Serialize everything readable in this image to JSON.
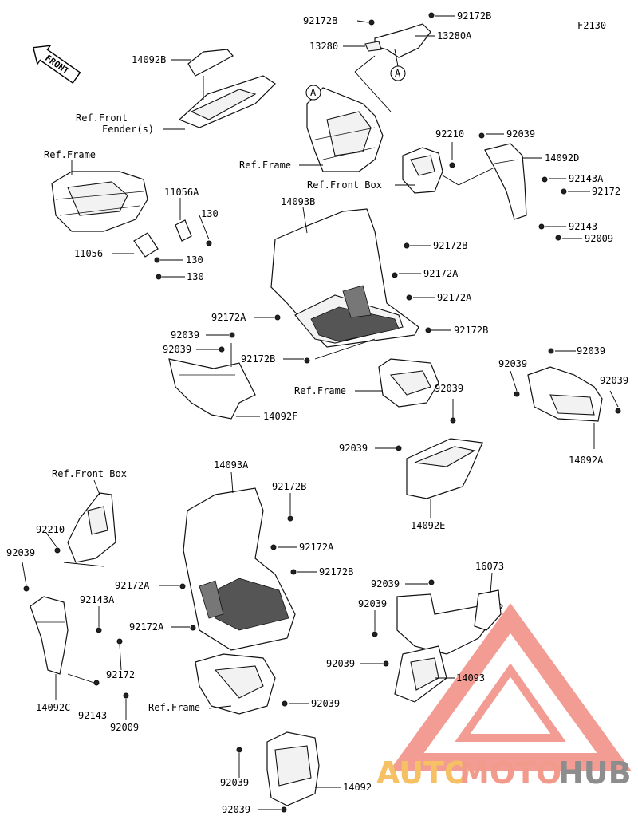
{
  "diagram_code": "F2130",
  "front_label": "FRONT",
  "callout_letter": "A",
  "watermark": {
    "part1": "AUTO",
    "part2": "MOTO",
    "part3": "HUB",
    "color_orange": "#f5a623",
    "color_red": "#e53935",
    "color_gray": "#4a4a4a"
  },
  "labels": {
    "p92172B_1": "92172B",
    "p92172B_2": "92172B",
    "p13280": "13280",
    "p13280A": "13280A",
    "p14092B": "14092B",
    "ref_front_fender_1": "Ref.Front",
    "ref_front_fender_2": "Fender(s)",
    "ref_frame_top": "Ref.Frame",
    "ref_frame_left": "Ref.Frame",
    "p92210_top": "92210",
    "p92039_top": "92039",
    "p14092D": "14092D",
    "ref_front_box_top": "Ref.Front Box",
    "p92143A_top": "92143A",
    "p92172_top": "92172",
    "p14093B": "14093B",
    "p11056A": "11056A",
    "p130_a": "130",
    "p11056": "11056",
    "p130_b": "130",
    "p130_c": "130",
    "p92143_top": "92143",
    "p92009_top": "92009",
    "p92172B_3": "92172B",
    "p92172A_1": "92172A",
    "p92172A_2": "92172A",
    "p92172A_3": "92172A",
    "p92172B_4": "92172B",
    "p92039_a": "92039",
    "p92039_b": "92039",
    "p92172B_5": "92172B",
    "p92039_c": "92039",
    "p92039_d": "92039",
    "p92039_e": "92039",
    "ref_frame_mid": "Ref.Frame",
    "p92039_f": "92039",
    "p14092F": "14092F",
    "p14092A": "14092A",
    "p92039_g": "92039",
    "p14092E": "14092E",
    "ref_front_box_left": "Ref.Front Box",
    "p14093A": "14093A",
    "p92172B_6": "92172B",
    "p92210_left": "92210",
    "p92039_h": "92039",
    "p92172A_4": "92172A",
    "p92172B_7": "92172B",
    "p92172A_5": "92172A",
    "p92143A_left": "92143A",
    "p92172A_6": "92172A",
    "p92172_left": "92172",
    "p14092C": "14092C",
    "p92143_left": "92143",
    "p92009_left": "92009",
    "p16073": "16073",
    "p92039_i": "92039",
    "p92039_j": "92039",
    "p92039_k": "92039",
    "p14093": "14093",
    "ref_frame_bottom": "Ref.Frame",
    "p92039_l": "92039",
    "p92039_m": "92039",
    "p14092": "14092",
    "p92039_n": "92039"
  }
}
